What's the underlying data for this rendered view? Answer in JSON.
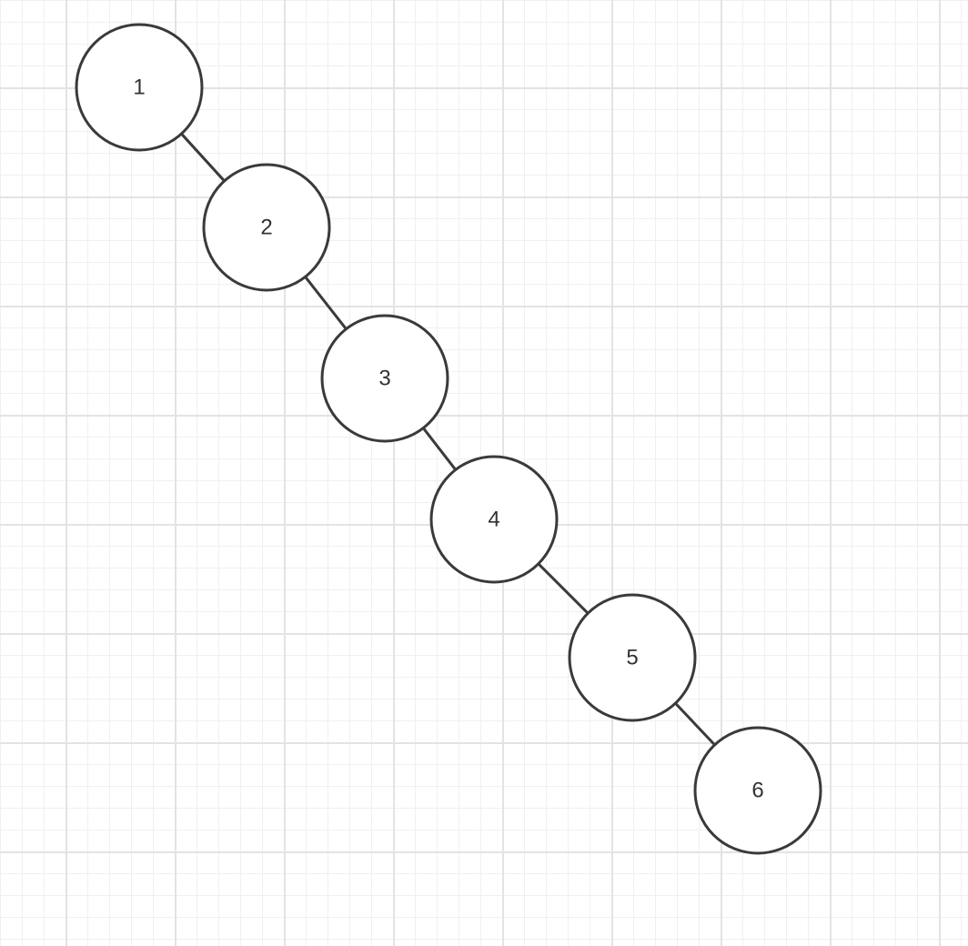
{
  "diagram": {
    "type": "tree",
    "colors": {
      "stroke": "#3a3a3a",
      "node_fill": "#ffffff",
      "label": "#333333",
      "grid_major": "#e3e3e3",
      "grid_minor": "#f0f0f0"
    },
    "nodes": [
      {
        "id": "n1",
        "label": "1"
      },
      {
        "id": "n2",
        "label": "2"
      },
      {
        "id": "n3",
        "label": "3"
      },
      {
        "id": "n4",
        "label": "4"
      },
      {
        "id": "n5",
        "label": "5"
      },
      {
        "id": "n6",
        "label": "6"
      }
    ],
    "edges": [
      {
        "from": "n1",
        "to": "n2"
      },
      {
        "from": "n2",
        "to": "n3"
      },
      {
        "from": "n3",
        "to": "n4"
      },
      {
        "from": "n4",
        "to": "n5"
      },
      {
        "from": "n5",
        "to": "n6"
      }
    ]
  }
}
